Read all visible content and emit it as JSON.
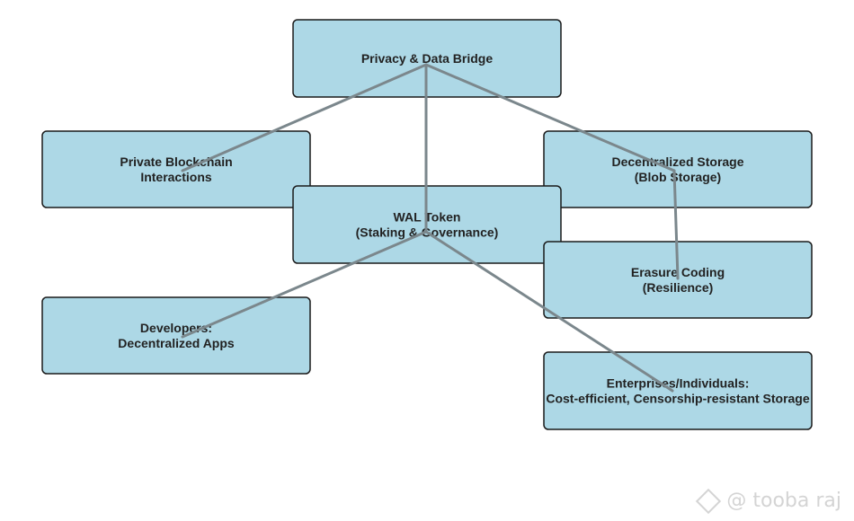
{
  "diagram": {
    "nodes": [
      {
        "id": "privacy",
        "lines": [
          "Privacy & Data Bridge"
        ]
      },
      {
        "id": "private",
        "lines": [
          "Private Blockchain",
          "Interactions"
        ]
      },
      {
        "id": "storage",
        "lines": [
          "Decentralized Storage",
          "(Blob Storage)"
        ]
      },
      {
        "id": "wal",
        "lines": [
          "WAL Token",
          "(Staking & Governance)"
        ]
      },
      {
        "id": "erasure",
        "lines": [
          "Erasure Coding",
          "(Resilience)"
        ]
      },
      {
        "id": "devs",
        "lines": [
          "Developers:",
          "Decentralized Apps"
        ]
      },
      {
        "id": "enterprise",
        "lines": [
          "Enterprises/Individuals:",
          "Cost-efficient, Censorship-resistant Storage"
        ]
      }
    ],
    "edges": [
      {
        "from": "privacy",
        "to": "private"
      },
      {
        "from": "privacy",
        "to": "wal"
      },
      {
        "from": "privacy",
        "to": "storage"
      },
      {
        "from": "storage",
        "to": "erasure"
      },
      {
        "from": "wal",
        "to": "devs"
      },
      {
        "from": "wal",
        "to": "enterprise"
      }
    ],
    "colors": {
      "node_fill": "#add8e6",
      "edge": "#7b878c",
      "border": "#1a1a1a"
    }
  },
  "watermark": {
    "text": "@ tooba raj",
    "icon": "binance-logo-icon"
  }
}
